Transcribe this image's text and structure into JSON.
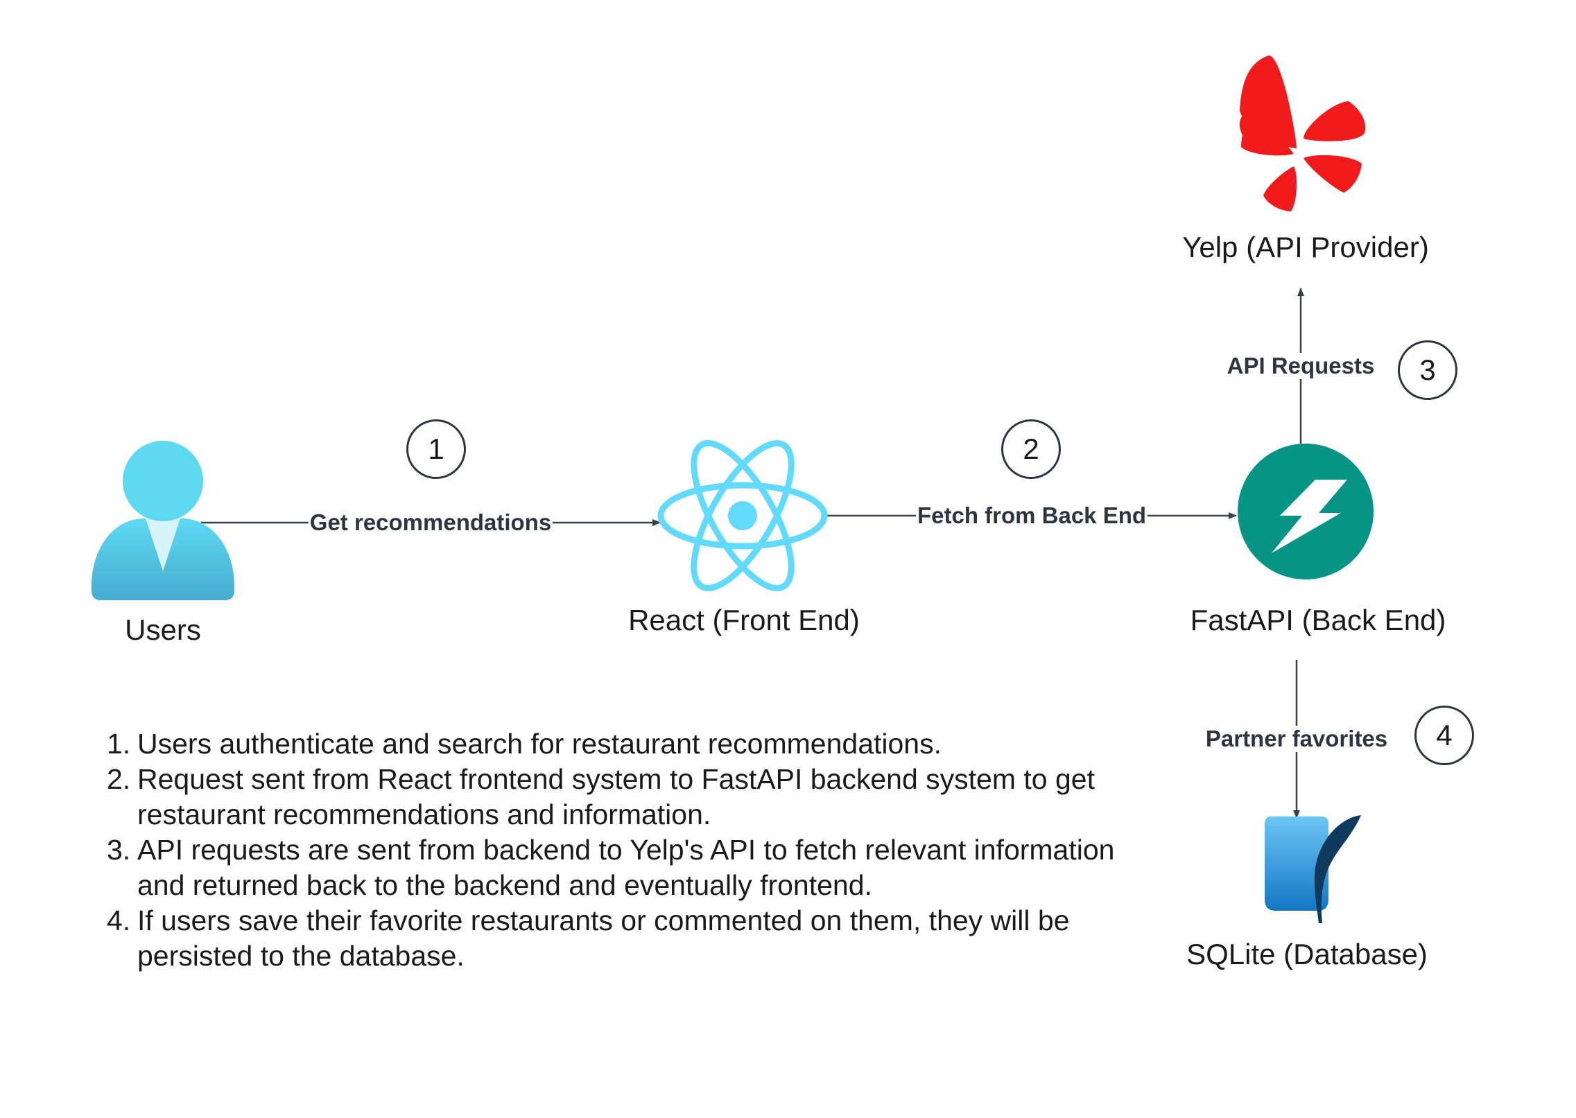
{
  "nodes": {
    "users": {
      "label": "Users",
      "icon": "user-icon"
    },
    "react": {
      "label": "React (Front End)",
      "icon": "react-logo-icon"
    },
    "fastapi": {
      "label": "FastAPI (Back End)",
      "icon": "fastapi-logo-icon"
    },
    "yelp": {
      "label": "Yelp (API Provider)",
      "icon": "yelp-logo-icon"
    },
    "sqlite": {
      "label": "SQLite (Database)",
      "icon": "sqlite-logo-icon"
    }
  },
  "edges": [
    {
      "label": "Get recommendations",
      "step": "1"
    },
    {
      "label": "Fetch from Back End",
      "step": "2"
    },
    {
      "label": "API Requests",
      "step": "3"
    },
    {
      "label": "Partner favorites",
      "step": "4"
    }
  ],
  "notes": [
    {
      "num": "1.",
      "text": "Users authenticate and search for restaurant recommendations."
    },
    {
      "num": "2.",
      "text": "Request sent from React frontend system to FastAPI backend system to get restaurant recommendations and information."
    },
    {
      "num": "3.",
      "text": "API requests are sent from backend to Yelp's API to fetch relevant information and returned back to the backend and eventually frontend."
    },
    {
      "num": "4.",
      "text": "If users save their favorite restaurants or commented on them, they will be persisted to the database."
    }
  ],
  "colors": {
    "arrow": "#3a404a",
    "user_top": "#5dd9f2",
    "user_bottom": "#47acd0",
    "react": "#61dafb",
    "fastapi": "#059486",
    "yelp": "#f21a1a",
    "sqlite_box": "#1a86d4",
    "sqlite_feather": "#0f3a5e"
  }
}
